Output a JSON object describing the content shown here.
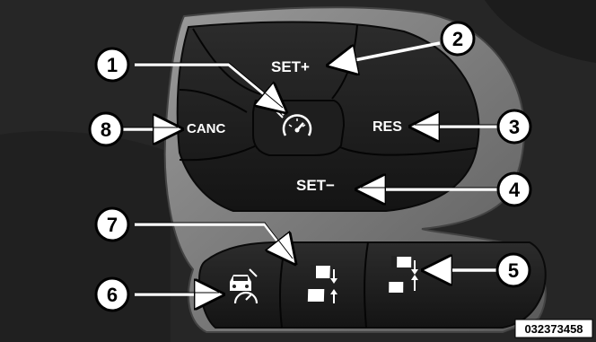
{
  "buttons": {
    "set_plus": "SET+",
    "set_minus": "SET−",
    "res": "RES",
    "canc": "CANC"
  },
  "callouts": [
    "1",
    "2",
    "3",
    "4",
    "5",
    "6",
    "7",
    "8"
  ],
  "figure_code": "032373458",
  "icons": {
    "cruise": "cruise-on-off-icon",
    "distance_decrease": "distance-decrease-icon",
    "distance_increase": "distance-increase-icon",
    "adaptive_cruise": "adaptive-cruise-icon"
  },
  "colors": {
    "background": "#2a2a2a",
    "bezel": "#6e6e6e",
    "button": "#1a1a1a",
    "callout_fill": "#ffffff"
  }
}
